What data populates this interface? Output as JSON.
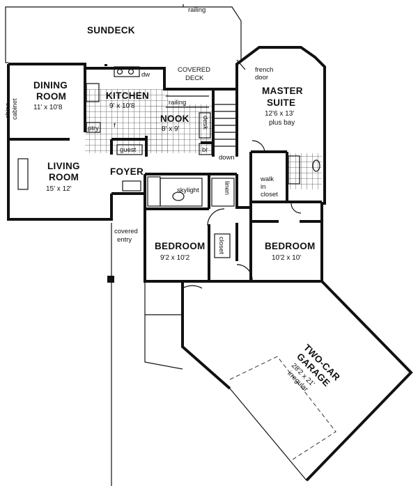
{
  "rooms": {
    "sundeck": "SUNDECK",
    "dining": "DINING",
    "dining2": "ROOM",
    "dining_dim": "11' x 10'8",
    "kitchen": "KITCHEN",
    "kitchen_dim": "9' x 10'8",
    "nook": "NOOK",
    "nook_dim": "8' x 9'",
    "master": "MASTER",
    "master2": "SUITE",
    "master_dim": "12'6 x 13'",
    "master_dim2": "plus bay",
    "living": "LIVING",
    "living2": "ROOM",
    "living_dim": "15' x 12'",
    "foyer": "FOYER",
    "bed1": "BEDROOM",
    "bed1_dim": "9'2 x 10'2",
    "bed2": "BEDROOM",
    "bed2_dim": "10'2 x 10'",
    "garage1": "TWO-CAR",
    "garage2": "GARAGE",
    "garage_dim": "28'2 x 21'",
    "garage_dim2": "irregular"
  },
  "notes": {
    "railing_top": "railing",
    "covered_deck1": "COVERED",
    "covered_deck2": "DECK",
    "french1": "french",
    "french2": "door",
    "china1": "china",
    "china2": "cabinet",
    "dw": "dw",
    "railing_nook": "railing",
    "desk": "desk",
    "ptry": "ptry",
    "f": "f",
    "guest": "guest",
    "br": "br",
    "down": "down",
    "skylight": "skylight",
    "linen": "linen",
    "walkin1": "walk",
    "walkin2": "in",
    "walkin3": "closet",
    "closet": "closet",
    "covered_entry1": "covered",
    "covered_entry2": "entry"
  }
}
